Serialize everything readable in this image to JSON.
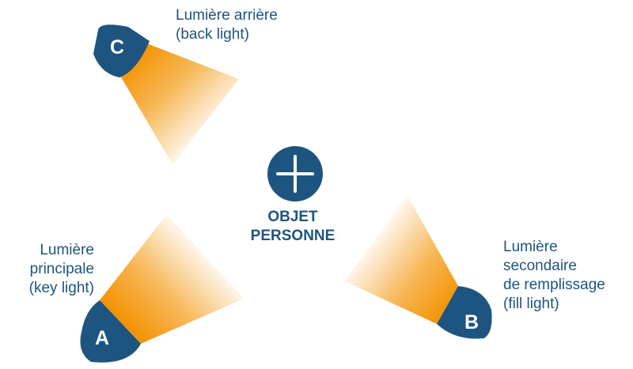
{
  "colors": {
    "navy": "#1e5480",
    "orange": "#f39200",
    "white": "#ffffff"
  },
  "subject": {
    "icon": "plus-icon",
    "line1": "OBJET",
    "line2": "PERSONNE"
  },
  "lights": [
    {
      "key": "back",
      "letter": "C",
      "caption": [
        "Lumière arrière",
        "(back light)"
      ]
    },
    {
      "key": "key",
      "letter": "A",
      "caption": [
        "Lumière",
        "principale",
        "(key light)"
      ]
    },
    {
      "key": "fill",
      "letter": "B",
      "caption": [
        "Lumière",
        "secondaire",
        "de remplissage",
        "(fill light)"
      ]
    }
  ]
}
